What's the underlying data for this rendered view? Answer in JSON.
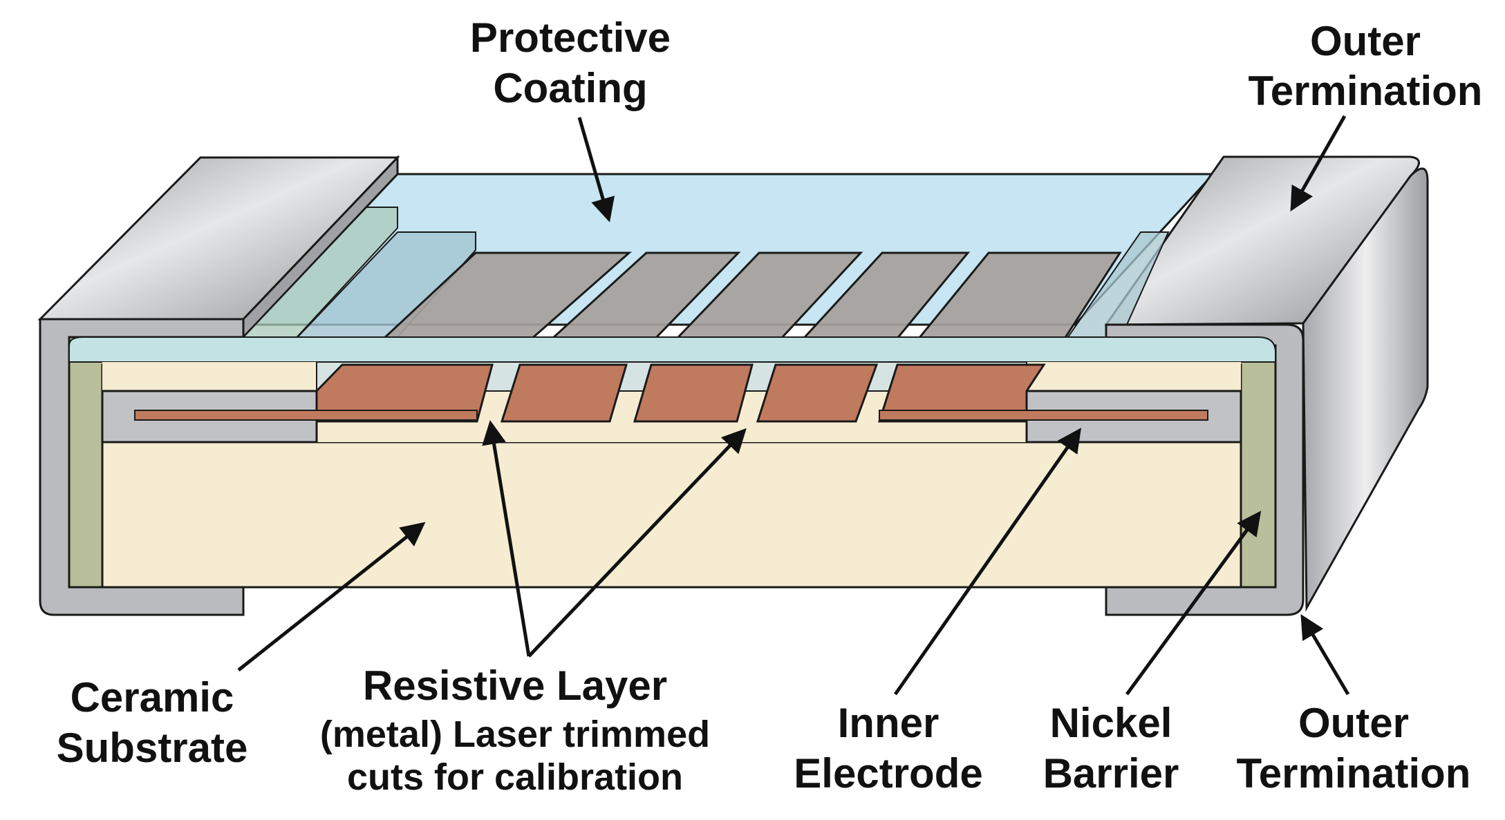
{
  "labels": {
    "protective_coating": [
      "Protective",
      "Coating"
    ],
    "outer_termination_top": [
      "Outer",
      "Termination"
    ],
    "ceramic_substrate": [
      "Ceramic",
      "Substrate"
    ],
    "resistive_layer": [
      "Resistive Layer",
      "(metal) Laser trimmed",
      "cuts for calibration"
    ],
    "inner_electrode": [
      "Inner",
      "Electrode"
    ],
    "nickel_barrier": [
      "Nickel",
      "Barrier"
    ],
    "outer_termination_bottom": [
      "Outer",
      "Termination"
    ]
  },
  "colors": {
    "termination": "#b9bbbe",
    "nickel": "#b8bf9a",
    "substrate": "#f6ecd2",
    "coating": "#bfe0ee",
    "resistive_cut": "#c07a5e",
    "resistive_top": "#a39d9b",
    "outline": "#1a1a1a"
  }
}
